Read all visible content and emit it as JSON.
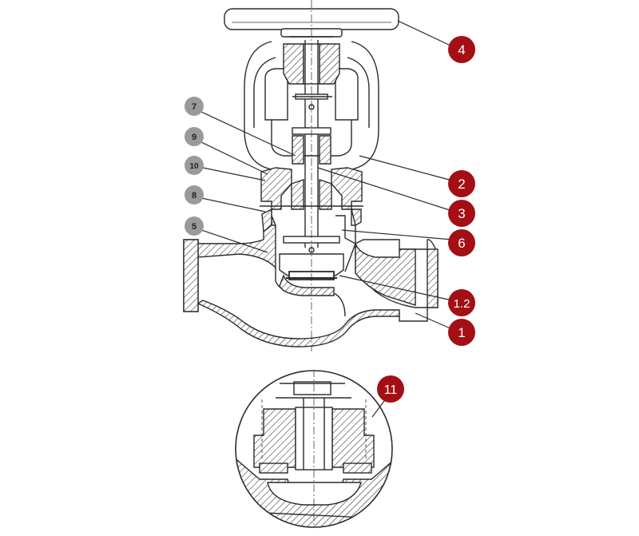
{
  "colors": {
    "callout_red": "#a30f14",
    "callout_grey": "#9a9a9a",
    "line": "#2b2b2b",
    "hatch_fill": "#d9d9d9",
    "background": "#ffffff"
  },
  "callouts_red": {
    "c4": "4",
    "c2": "2",
    "c3": "3",
    "c6": "6",
    "c12": "1.2",
    "c1": "1",
    "c11": "11"
  },
  "callouts_grey": {
    "c7": "7",
    "c9": "9",
    "c10": "10",
    "c8": "8",
    "c5": "5"
  }
}
